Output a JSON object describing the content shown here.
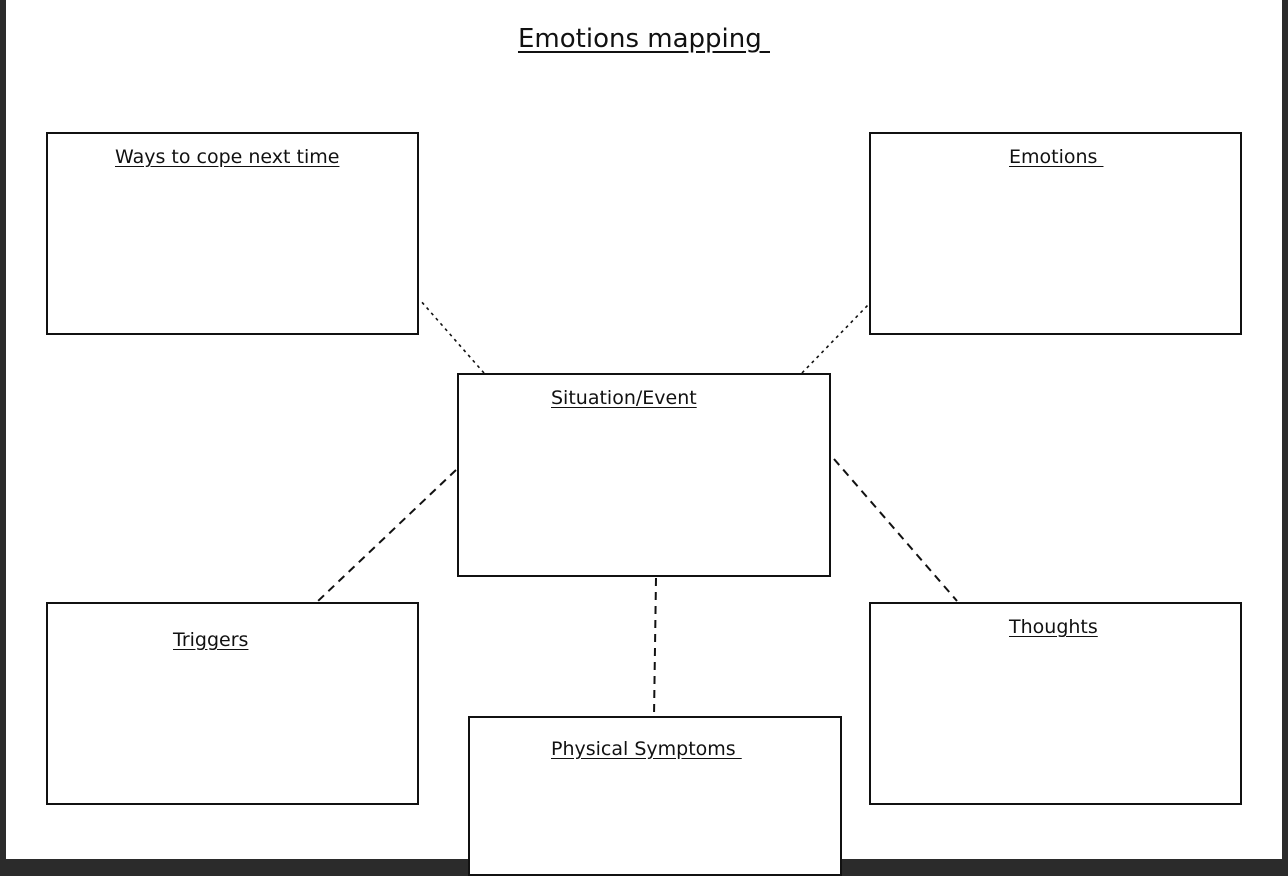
{
  "title": "Emotions mapping ",
  "nodes": {
    "coping": {
      "label": "Ways to cope next time"
    },
    "emotions": {
      "label": "Emotions "
    },
    "situation": {
      "label": "Situation/Event"
    },
    "triggers": {
      "label": "Triggers"
    },
    "thoughts": {
      "label": "Thoughts"
    },
    "physical": {
      "label": "Physical Symptoms "
    }
  },
  "connections": [
    {
      "from": "situation",
      "to": "coping",
      "style": "dotted"
    },
    {
      "from": "situation",
      "to": "emotions",
      "style": "dotted"
    },
    {
      "from": "situation",
      "to": "triggers",
      "style": "dashed"
    },
    {
      "from": "situation",
      "to": "thoughts",
      "style": "dashed"
    },
    {
      "from": "situation",
      "to": "physical",
      "style": "dashed"
    }
  ],
  "colors": {
    "stroke": "#111111",
    "page": "#ffffff",
    "frame": "#2b2b2b"
  }
}
